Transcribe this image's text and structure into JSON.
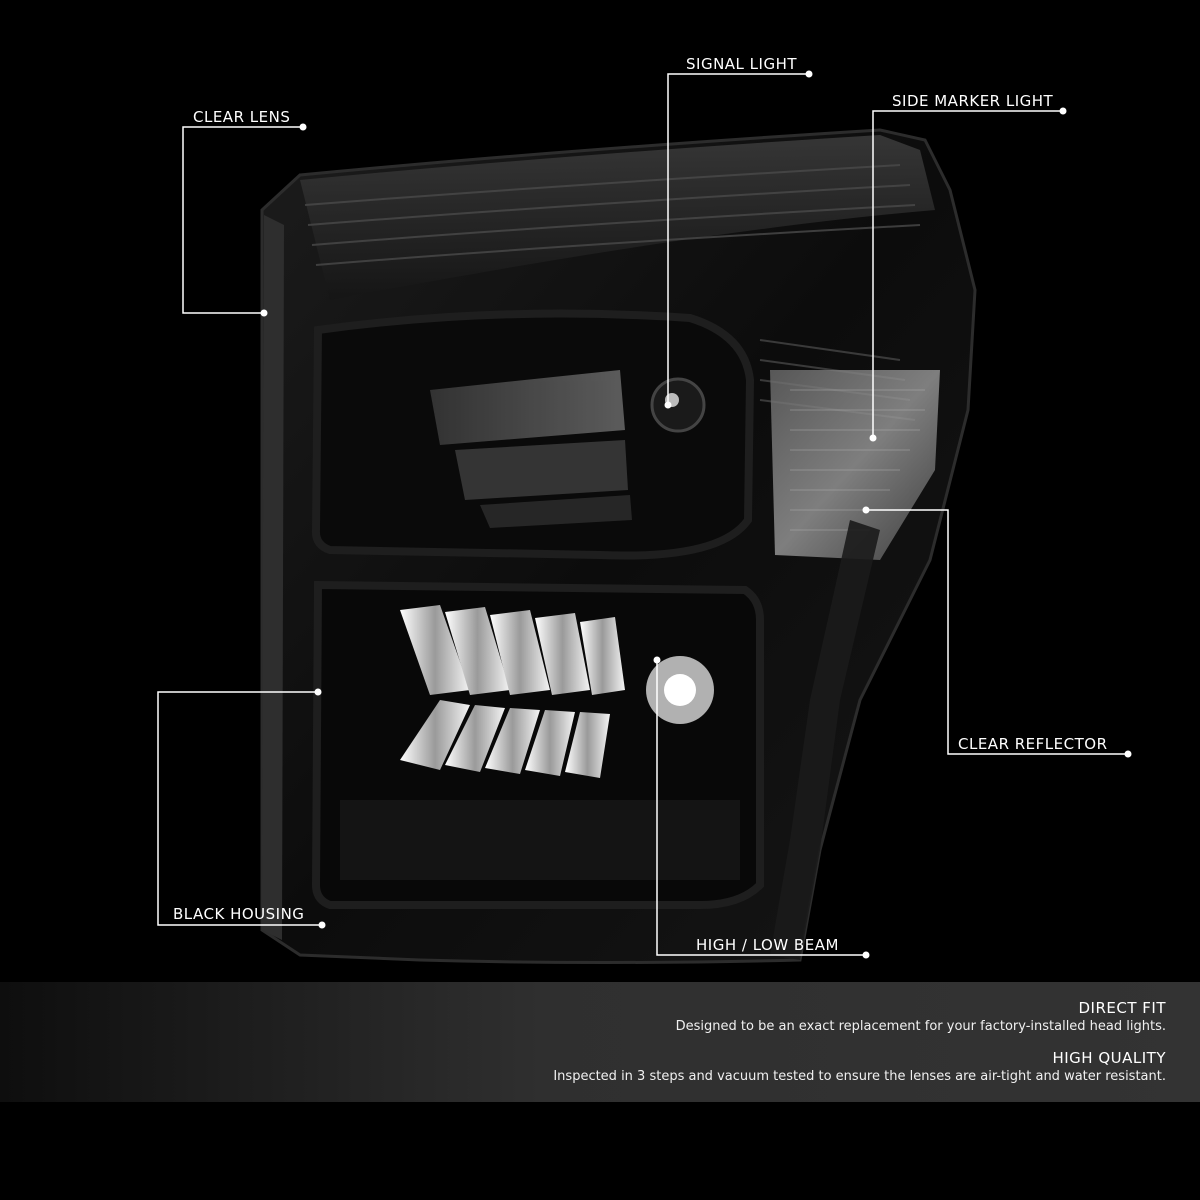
{
  "callouts": [
    {
      "id": "clear-lens",
      "label": "CLEAR LENS"
    },
    {
      "id": "signal-light",
      "label": "SIGNAL LIGHT"
    },
    {
      "id": "side-marker-light",
      "label": "SIDE MARKER LIGHT"
    },
    {
      "id": "clear-reflector",
      "label": "CLEAR REFLECTOR"
    },
    {
      "id": "black-housing",
      "label": "BLACK HOUSING"
    },
    {
      "id": "high-low-beam",
      "label": "HIGH / LOW BEAM"
    }
  ],
  "features": [
    {
      "title": "DIRECT FIT",
      "description": "Designed to be an exact replacement for your factory-installed head lights."
    },
    {
      "title": "HIGH QUALITY",
      "description": "Inspected in 3 steps and vacuum tested to ensure the lenses are air-tight and water resistant."
    }
  ],
  "colors": {
    "background": "#000000",
    "callout_line": "#ffffff",
    "housing": "#121212",
    "chrome": "#e8e8e8"
  }
}
